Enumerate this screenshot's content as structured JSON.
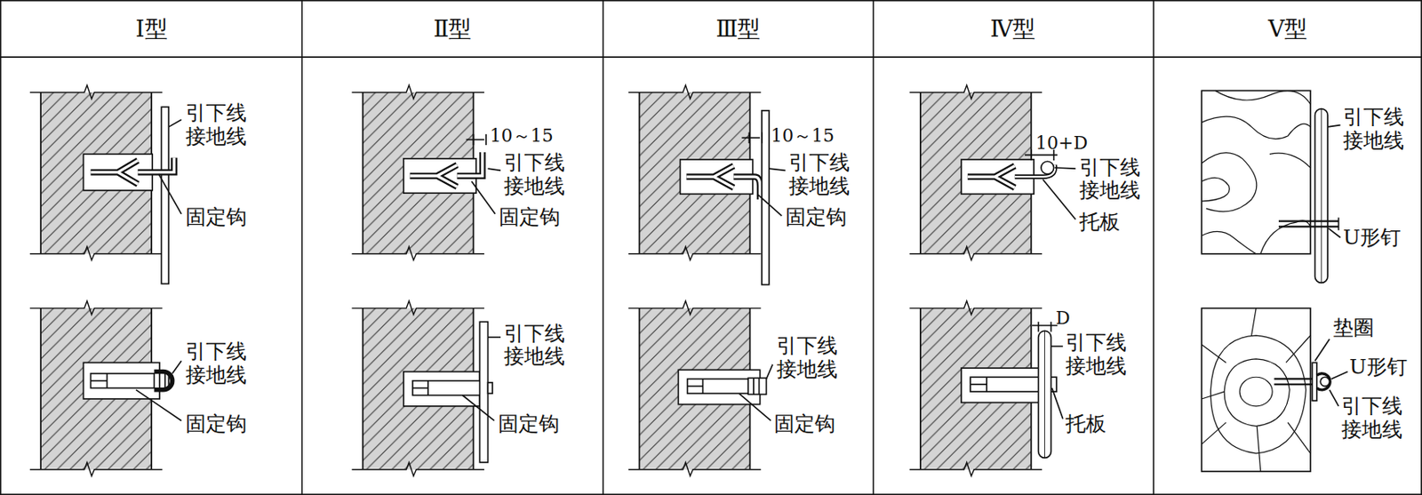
{
  "diagram": {
    "labels": [
      "Ⅰ型",
      "Ⅱ型",
      "Ⅲ型",
      "Ⅳ型",
      "Ⅴ型",
      "引下线 接地线",
      "固定钩",
      "引下线 接地线",
      "固定钩",
      "10～15",
      "引下线 接地线",
      "固定钩",
      "引下线 接地线",
      "固定钩",
      "10～15",
      "引下线 接地线",
      "固定钩",
      "引下线 接地线",
      "固定钩",
      "10+D",
      "引下线 接地线",
      "托板",
      "D",
      "引下线 接地线",
      "托板",
      "引下线 接地线",
      "U形钉",
      "垫圈",
      "U形钉",
      "引下线 接地线"
    ]
  }
}
